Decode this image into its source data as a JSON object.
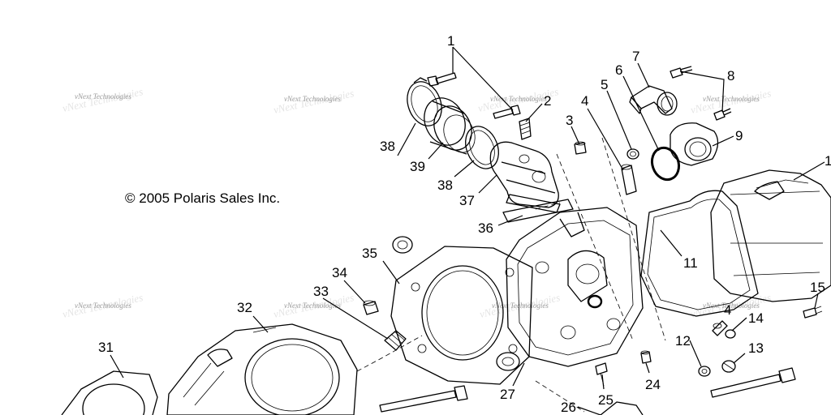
{
  "copyright": "© 2005 Polaris Sales Inc.",
  "watermark": "vNext Technologies",
  "callouts": {
    "c1": "1",
    "c2": "2",
    "c3": "3",
    "c4a": "4",
    "c4b": "4",
    "c5": "5",
    "c6": "6",
    "c7": "7",
    "c8": "8",
    "c9": "9",
    "c10": "1",
    "c11": "11",
    "c12": "12",
    "c13": "13",
    "c14": "14",
    "c15": "15",
    "c24": "24",
    "c25": "25",
    "c26": "26",
    "c27": "27",
    "c31": "31",
    "c32": "32",
    "c33": "33",
    "c34": "34",
    "c35": "35",
    "c36": "36",
    "c37": "37",
    "c38a": "38",
    "c38b": "38",
    "c39": "39"
  }
}
